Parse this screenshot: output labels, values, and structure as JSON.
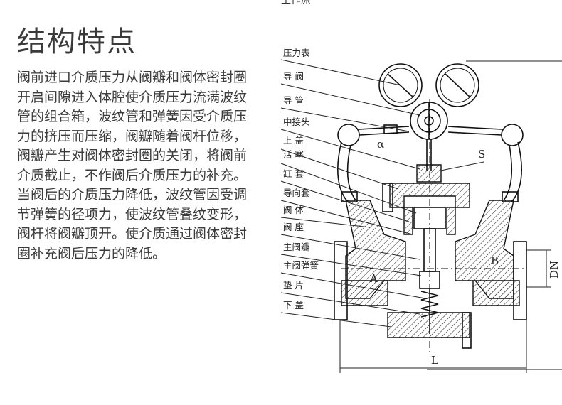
{
  "heading": "结构特点",
  "top_cut_text": "工作原",
  "description": "阀前进口介质压力从阀瓣和阀体密封圈开启间隙进入体腔使介质压力流满波纹管的组合箱，波纹管和弹簧因受介质压力的挤压而压缩，阀瓣随着阀杆位移，阀瓣产生对阀体密封圈的关闭，将阀前介质截止，不作阀后介质压力的补充。当阀后的介质压力降低，波纹管因受调节弹簧的径项力，使波纹管叠纹变形，阀杆将阀瓣顶开。使介质通过阀体密封圈补充阀后压力的降低。",
  "diagram": {
    "labels": [
      "压力表",
      "导 阀",
      "导 管",
      "中接头",
      "上 盖",
      "活 塞",
      "缸 套",
      "导向套",
      "阀 体",
      "阀 座",
      "主阀瓣",
      "主阀弹簧",
      "垫 片",
      "下 盖"
    ],
    "marks": {
      "alpha": "α",
      "s": "S",
      "a": "A",
      "b": "B",
      "dn": "DN",
      "l": "L"
    }
  }
}
